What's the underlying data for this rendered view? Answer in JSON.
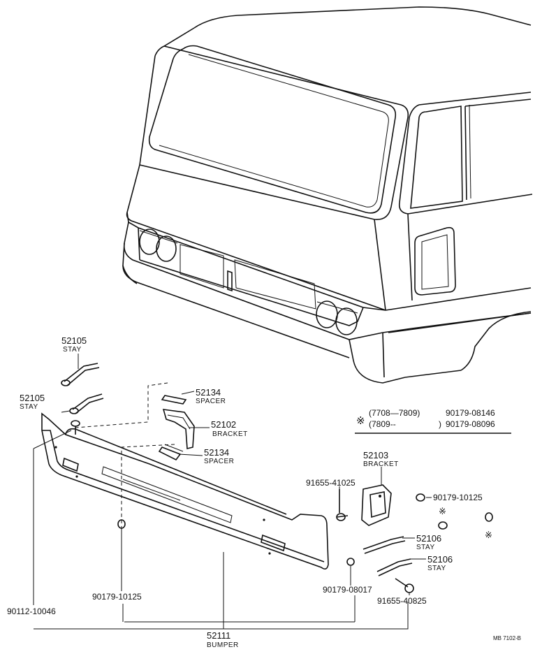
{
  "parts": {
    "stay_upper": {
      "number": "52105",
      "name": "STAY"
    },
    "stay_lower": {
      "number": "52105",
      "name": "STAY"
    },
    "spacer_upper": {
      "number": "52134",
      "name": "SPACER"
    },
    "bracket_left": {
      "number": "52102",
      "name": "BRACKET"
    },
    "spacer_lower": {
      "number": "52134",
      "name": "SPACER"
    },
    "bracket_right": {
      "number": "52103",
      "name": "BRACKET"
    },
    "bolt_91655_41025": {
      "number": "91655-41025"
    },
    "nut_right": {
      "number": "90179-10125"
    },
    "stay_right_upper": {
      "number": "52106",
      "name": "STAY"
    },
    "stay_right_lower": {
      "number": "52106",
      "name": "STAY"
    },
    "nut_90179_08017": {
      "number": "90179-08017"
    },
    "bolt_91655_40825": {
      "number": "91655-40825"
    },
    "bolt_90112": {
      "number": "90112-10046"
    },
    "nut_center": {
      "number": "90179-10125"
    },
    "bumper": {
      "number": "52111",
      "name": "BUMPER"
    }
  },
  "legend": {
    "mark": "※",
    "row1_range": "(7708—7809)",
    "row1_part": "90179-08146",
    "row2_range": "(7809--",
    "row2_close": ")",
    "row2_part": "90179-08096"
  },
  "asterisk_marks": [
    "※",
    "※"
  ],
  "catalog_code": "MB 7102-B"
}
